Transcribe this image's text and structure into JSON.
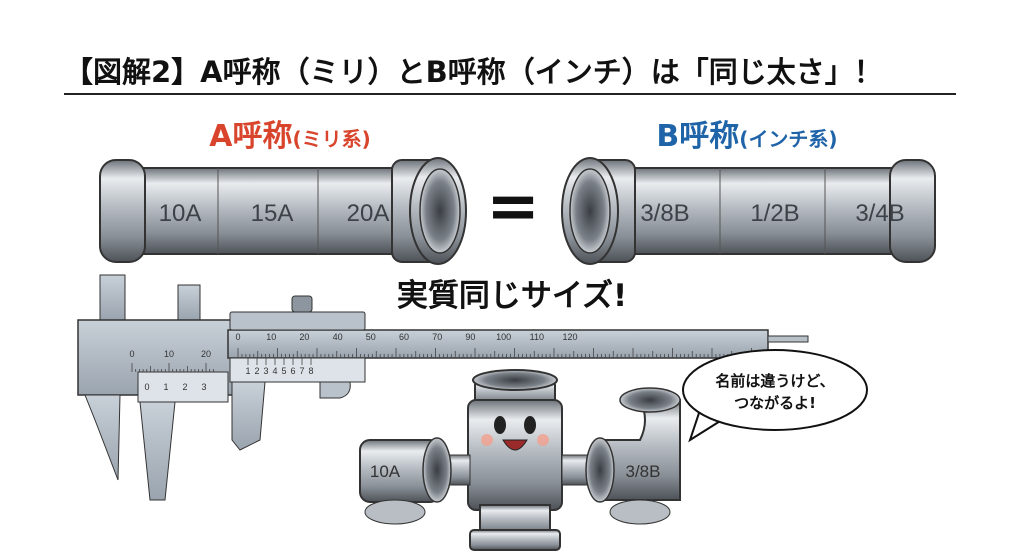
{
  "title": "【図解2】A呼称（ミリ）とB呼称（インチ）は「同じ太さ」！",
  "a_section": {
    "label_main": "A呼称",
    "label_sub": "(ミリ系)",
    "pipe_labels": [
      "10A",
      "15A",
      "20A"
    ],
    "color": "#d9442c"
  },
  "b_section": {
    "label_main": "B呼称",
    "label_sub": "(インチ系)",
    "pipe_labels": [
      "3/8B",
      "1/2B",
      "3/4B"
    ],
    "color": "#1f64a8"
  },
  "equals_sign": "=",
  "caption": "実質同じサイズ!",
  "caliper": {
    "main_scale": [
      "0",
      "10",
      "20",
      "40",
      "50",
      "60",
      "70",
      "90",
      "100",
      "110",
      "120"
    ],
    "vernier_scale": [
      "1",
      "2",
      "3",
      "4",
      "5",
      "6",
      "7",
      "8"
    ],
    "small_main_scale": [
      "0",
      "10",
      "20"
    ],
    "small_vernier_scale": [
      "0",
      "1",
      "2",
      "3"
    ]
  },
  "speech_bubble": {
    "line1": "名前は違うけど、",
    "line2": "つながるよ!"
  },
  "mascot": {
    "left_fitting_label": "10A",
    "right_fitting_label": "3/8B"
  }
}
